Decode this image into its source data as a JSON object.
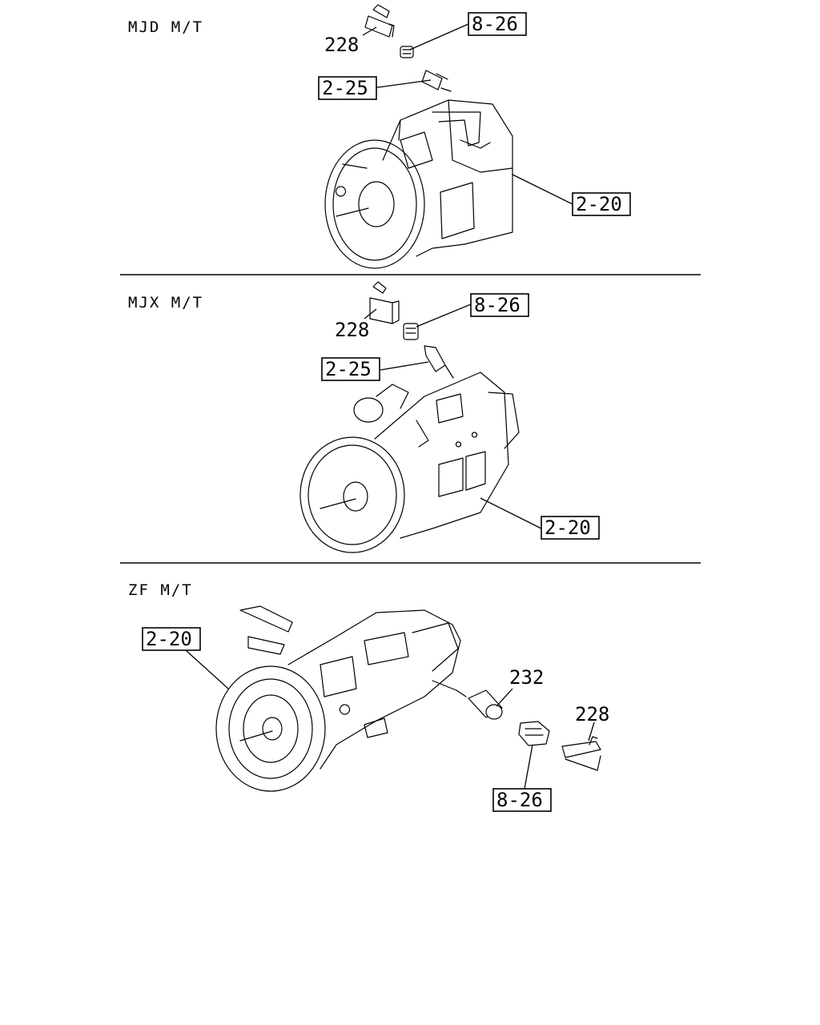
{
  "sections": [
    {
      "title": "MJD M/T",
      "callouts": {
        "sensor": "228",
        "switch": "8-26",
        "pin": "2-25",
        "transmission": "2-20"
      }
    },
    {
      "title": "MJX M/T",
      "callouts": {
        "sensor": "228",
        "switch": "8-26",
        "pin": "2-25",
        "transmission": "2-20"
      }
    },
    {
      "title": "ZF M/T",
      "callouts": {
        "transmission": "2-20",
        "adapter": "232",
        "sensor": "228",
        "switch": "8-26"
      }
    }
  ]
}
